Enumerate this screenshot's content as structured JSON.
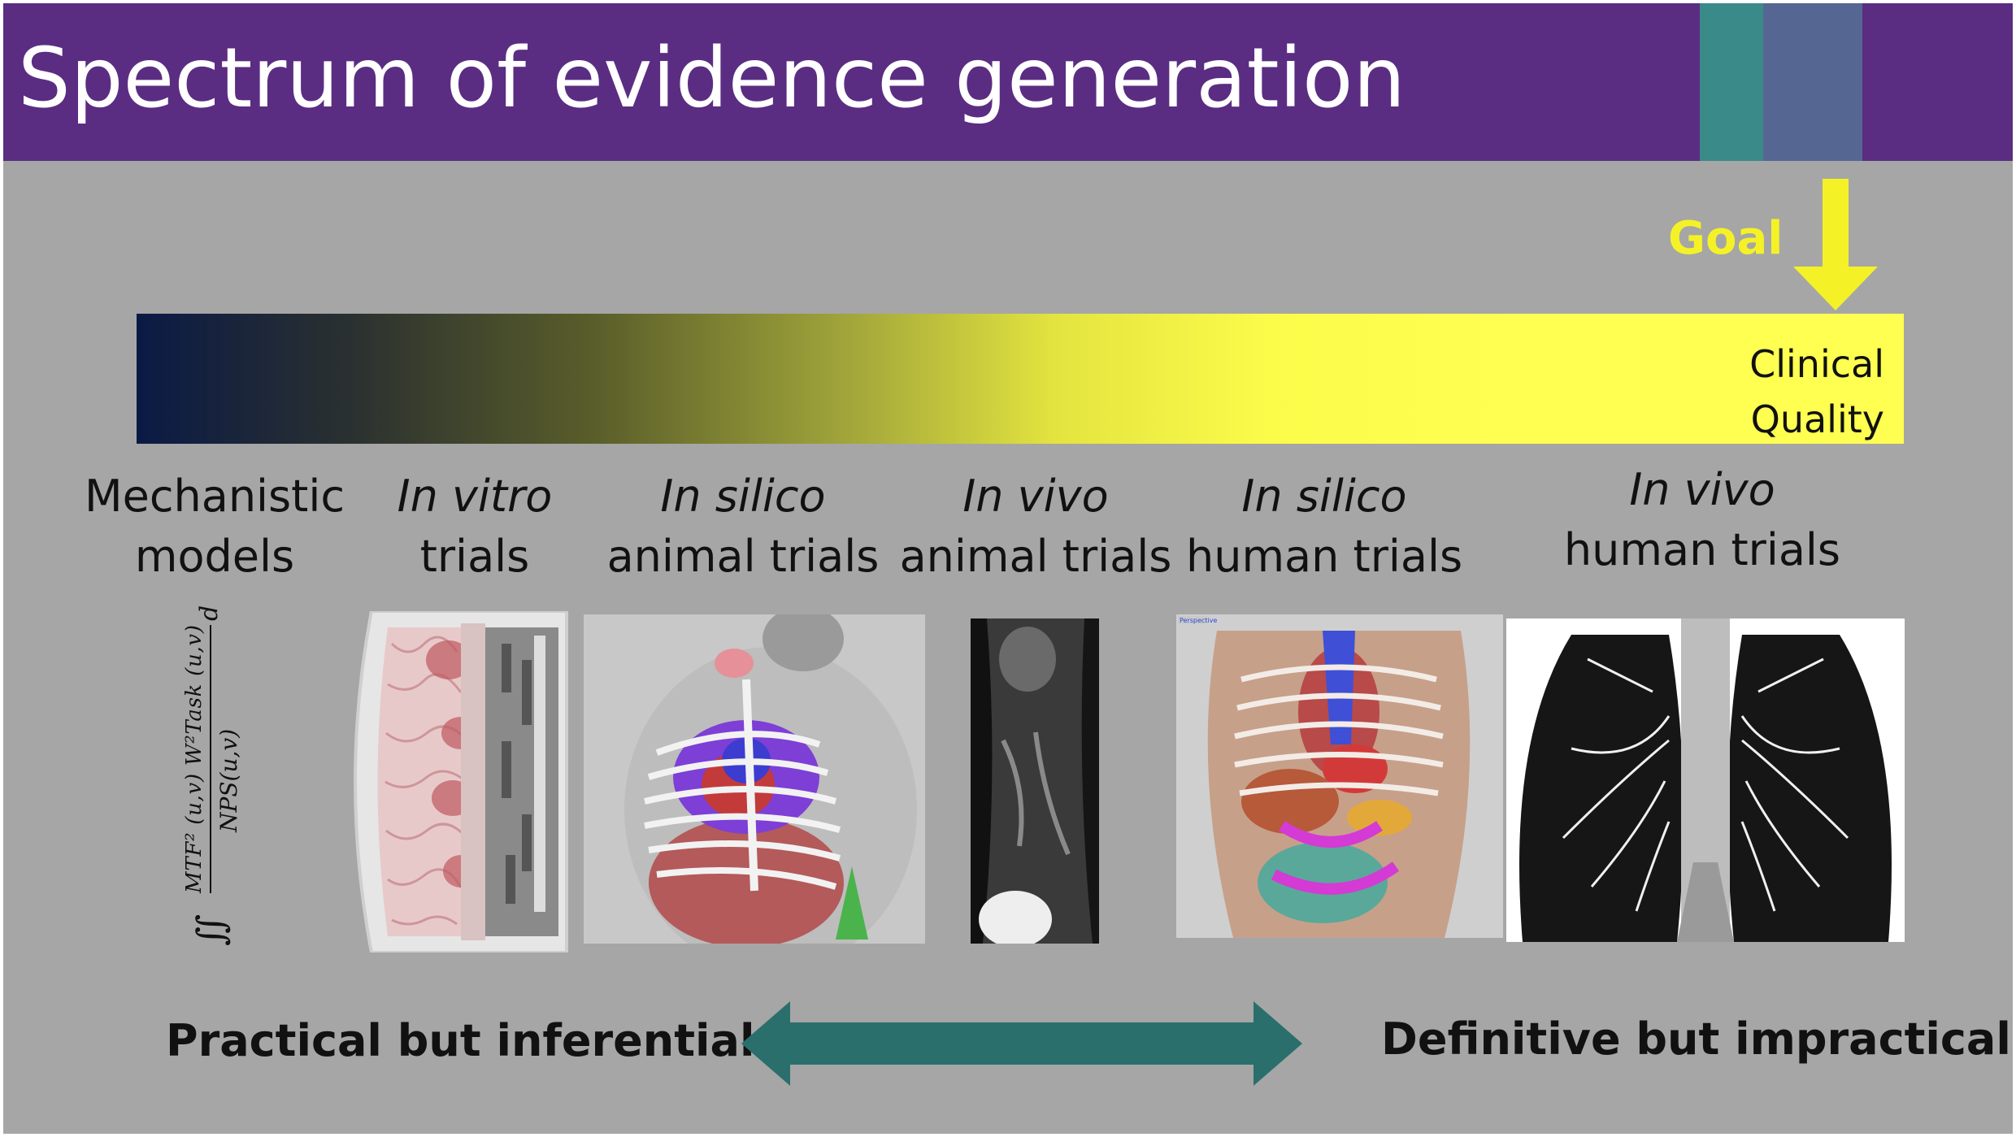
{
  "header": {
    "title": "Spectrum of evidence generation",
    "accent_colors": [
      "#3b8a8a",
      "#556692",
      "#5a2d82"
    ]
  },
  "goal": {
    "label": "Goal",
    "arrow_icon": "down-arrow-icon",
    "color": "#f4f227"
  },
  "spectrum_bar": {
    "end_label_line1": "Clinical",
    "end_label_line2": "Quality"
  },
  "categories": [
    {
      "line1": "Mechanistic",
      "line2": "models"
    },
    {
      "line1": "In vitro",
      "line2": "trials"
    },
    {
      "line1": "In silico",
      "line2": "animal trials"
    },
    {
      "line1": "In vivo",
      "line2": "animal trials"
    },
    {
      "line1": "In silico",
      "line2": "human trials"
    },
    {
      "line1": "In vivo",
      "line2": "human trials"
    }
  ],
  "formula": {
    "integral": "∬",
    "numerator": "MTF² (u,v) W²Task (u,v)",
    "denominator": "NPS(u,v)",
    "differential": "dudv"
  },
  "images": [
    {
      "name": "in-vitro-phantom-image"
    },
    {
      "name": "in-silico-animal-image"
    },
    {
      "name": "in-vivo-animal-ct-image"
    },
    {
      "name": "in-silico-human-image",
      "overlay_label": "Perspective"
    },
    {
      "name": "in-vivo-human-ct-image"
    }
  ],
  "bottom": {
    "left": "Practical but inferential",
    "right": "Definitive but impractical",
    "arrow_icon": "double-arrow-icon",
    "arrow_color": "#2a6f6c"
  }
}
